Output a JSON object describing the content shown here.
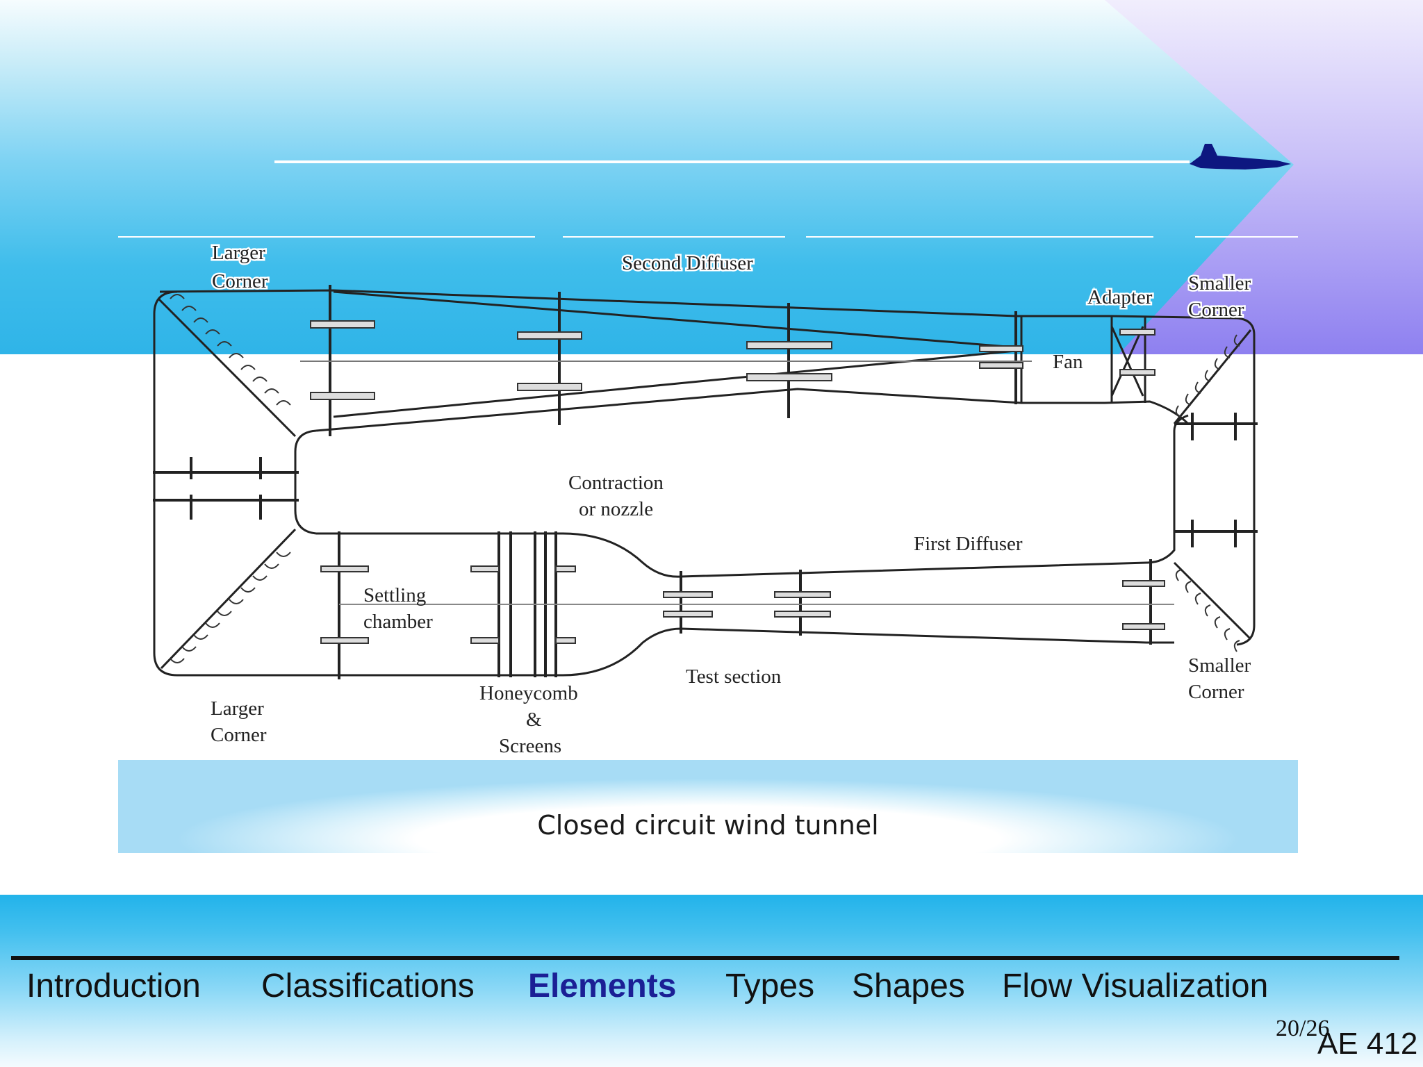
{
  "colors": {
    "header_blue": "#2fb4e8",
    "arrow_violet": "#9a8ff0",
    "jet_navy": "#0d1780",
    "active_nav": "#1b1f95"
  },
  "icons": [
    "jet-icon"
  ],
  "diagram": {
    "labels": {
      "larger_corner_top_1": "Larger",
      "larger_corner_top_2": "Corner",
      "second_diffuser": "Second Diffuser",
      "adapter": "Adapter",
      "smaller_corner_top_1": "Smaller",
      "smaller_corner_top_2": "Corner",
      "fan": "Fan",
      "contraction_1": "Contraction",
      "contraction_2": "or nozzle",
      "first_diffuser": "First Diffuser",
      "settling_1": "Settling",
      "settling_2": "chamber",
      "test_section": "Test section",
      "honeycomb_1": "Honeycomb",
      "honeycomb_2": "&",
      "honeycomb_3": "Screens",
      "larger_corner_bottom_1": "Larger",
      "larger_corner_bottom_2": "Corner",
      "smaller_corner_bottom_1": "Smaller",
      "smaller_corner_bottom_2": "Corner"
    }
  },
  "caption": "Closed circuit wind tunnel",
  "nav": [
    {
      "label": "Introduction",
      "active": false
    },
    {
      "label": "Classifications",
      "active": false
    },
    {
      "label": "Elements",
      "active": true
    },
    {
      "label": "Types",
      "active": false
    },
    {
      "label": "Shapes",
      "active": false
    },
    {
      "label": "Flow Visualization",
      "active": false
    }
  ],
  "page_number": "20/26",
  "course_code": "AE 412"
}
